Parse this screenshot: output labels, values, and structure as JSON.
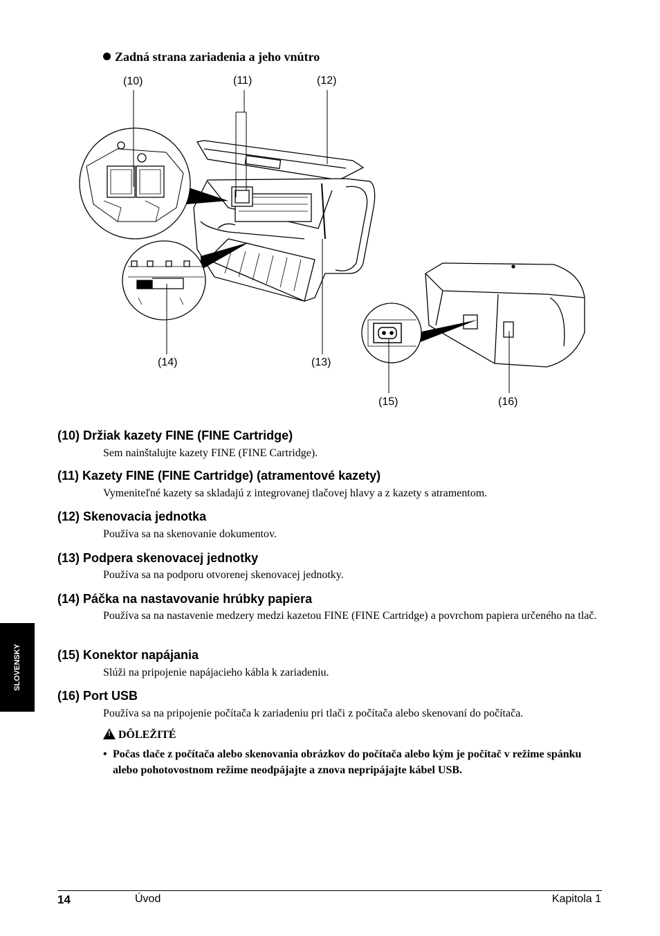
{
  "section_title": "Zadná strana zariadenia a jeho vnútro",
  "callouts": {
    "c10": "(10)",
    "c11": "(11)",
    "c12": "(12)",
    "c13": "(13)",
    "c14": "(14)",
    "c15": "(15)",
    "c16": "(16)"
  },
  "items": [
    {
      "title": "(10) Držiak kazety FINE (FINE Cartridge)",
      "desc": "Sem nainštalujte kazety FINE (FINE Cartridge)."
    },
    {
      "title": "(11) Kazety FINE (FINE Cartridge) (atramentové kazety)",
      "desc": "Vymeniteľné kazety sa skladajú z integrovanej tlačovej hlavy a z kazety s atramentom."
    },
    {
      "title": "(12) Skenovacia jednotka",
      "desc": "Používa sa na skenovanie dokumentov."
    },
    {
      "title": "(13) Podpera skenovacej jednotky",
      "desc": "Používa sa na podporu otvorenej skenovacej jednotky."
    },
    {
      "title": "(14) Páčka na nastavovanie hrúbky papiera",
      "desc": "Používa sa na nastavenie medzery medzi kazetou FINE (FINE Cartridge) a povrchom papiera určeného na tlač."
    },
    {
      "title": "(15) Konektor napájania",
      "desc": "Slúži na pripojenie napájacieho kábla k zariadeniu."
    },
    {
      "title": "(16) Port USB",
      "desc": "Používa sa na pripojenie počítača k zariadeniu pri tlači z počítača alebo skenovaní do počítača."
    }
  ],
  "important_label": "DÔLEŽITÉ",
  "important_bullet": "•",
  "important_text": "Počas tlače z počítača alebo skenovania obrázkov do počítača alebo kým je počítač v režime spánku alebo pohotovostnom režime neodpájajte a znova nepripájajte kábel USB.",
  "side_tab": "SLOVENSKY",
  "footer": {
    "page": "14",
    "section": "Úvod",
    "chapter": "Kapitola 1"
  }
}
